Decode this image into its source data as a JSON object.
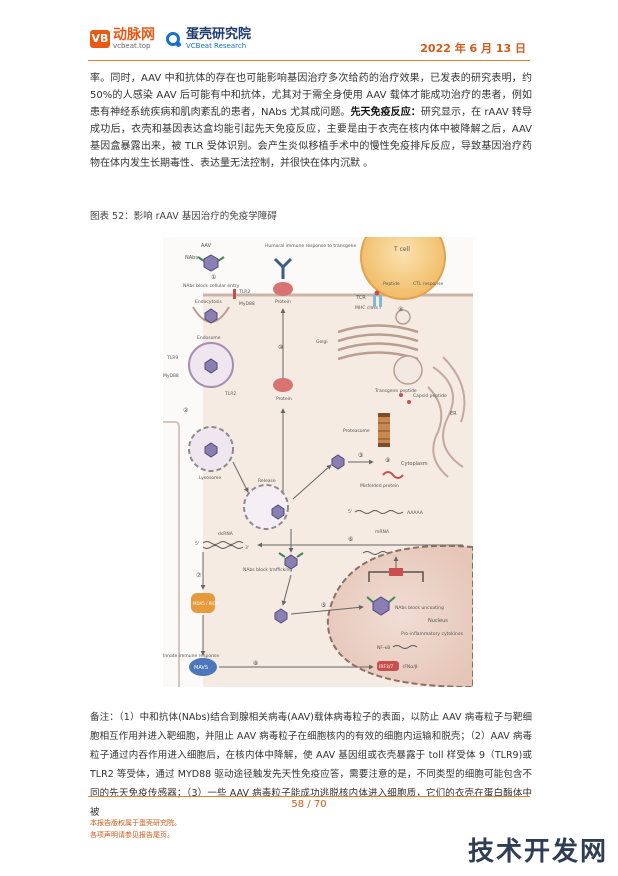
{
  "header": {
    "logo1_name": "动脉网",
    "logo1_url": "vcbeat.top",
    "logo2_name": "蛋壳研究院",
    "logo2_sub": "VCBeat Research",
    "date": "2022 年 6 月 13 日"
  },
  "body": {
    "p_part1": "率。同时，AAV 中和抗体的存在也可能影响基因治疗多次给药的治疗效果，已发表的研究表明，约 50%的人感染 AAV 后可能有中和抗体，尤其对于需全身使用 AAV 载体才能成功治疗的患者，例如患有神经系统疾病和肌肉紊乱的患者，NAbs 尤其成问题。",
    "p_bold": "先天免疫反应：",
    "p_part2": "研究显示，在 rAAV 转导成功后，衣壳和基因表达盒均能引起先天免疫反应，主要是由于衣壳在核内体中被降解之后，AAV 基因盒暴露出来，被 TLR 受体识别。会产生炎似移植手术中的慢性免疫排斥反应，导致基因治疗药物在体内发生长期毒性、表达量无法控制，并很快在体内沉默 。"
  },
  "figure": {
    "title": "图表 52：影响 rAAV 基因治疗的免疫学障碍",
    "labels": {
      "aav": "AAV",
      "nabs": "NAbs",
      "nabs_block_entry": "NAbs block cellular entry",
      "tlr2_top": "TLR2",
      "myd88_top": "MyD88",
      "endocytosis": "Endocytosis",
      "endosome": "Endosome",
      "tlr9": "TLR9",
      "myd88": "MyD88",
      "tlr2": "TLR2",
      "lysosome": "Lysosome",
      "release": "Release",
      "humoral": "Humoral immune response to transgene",
      "protein": "Protein",
      "tcell": "T cell",
      "tcr": "TCR",
      "mhc": "MHC class I",
      "peptide": "Peptide",
      "ctl": "CTL response",
      "golgi": "Golgi",
      "transgene_peptide": "Transgene peptide",
      "capsid_peptide": "Capsid peptide",
      "proteasome": "Proteasome",
      "er": "ER",
      "cytoplasm": "Cytoplasm",
      "misfolded": "Misfolded protein",
      "dsrna": "dsRNA",
      "mrna": "mRNA",
      "nabs_traffic": "NAbs block trafficking",
      "nabs_uncoat": "NAbs block uncoating",
      "nucleus": "Nucleus",
      "mda5": "MDA5 / RIG-I",
      "innate": "Innate immune response",
      "mavs": "MAVS",
      "proinflam": "Pro-inflammatory cytokines",
      "nfkb": "NF-κB",
      "irf": "IRF3/7",
      "ifn": "IFNα/β",
      "s5": "5'",
      "s3": "3'",
      "aaaaa": "AAAAA",
      "n1": "①",
      "n2": "②",
      "n3": "③",
      "n4": "④",
      "n5": "⑤",
      "n6": "⑥",
      "n7": "⑦",
      "n8": "⑧",
      "n9": "⑨",
      "n10": "⑩"
    }
  },
  "note": {
    "text": "备注：（1）中和抗体(NAbs)结合到腺相关病毒(AAV)载体病毒粒子的表面，以防止 AAV 病毒粒子与靶细胞相互作用并进入靶细胞，并阻止 AAV 病毒粒子在细胞核内的有效的细胞内运输和脱壳；（2）AAV 病毒粒子通过内吞作用进入细胞后，在核内体中降解，使 AAV 基因组或衣壳暴露于 toll 样受体 9（TLR9)或TLR2 等受体，通过 MYD88 驱动途径触发先天性免疫应答，需要注意的是，不同类型的细胞可能包含不同的先天免疫传感器；（3）一些 AAV 病毒粒子能成功逃脱核内体进入细胞质，它们的衣壳在蛋白酶体中被"
  },
  "footer": {
    "page": "58 / 70",
    "disc1": "本报告版权属于蛋壳研究院。",
    "disc2": "各项声明请参见报告尾页。"
  },
  "watermark": "技术开发网"
}
